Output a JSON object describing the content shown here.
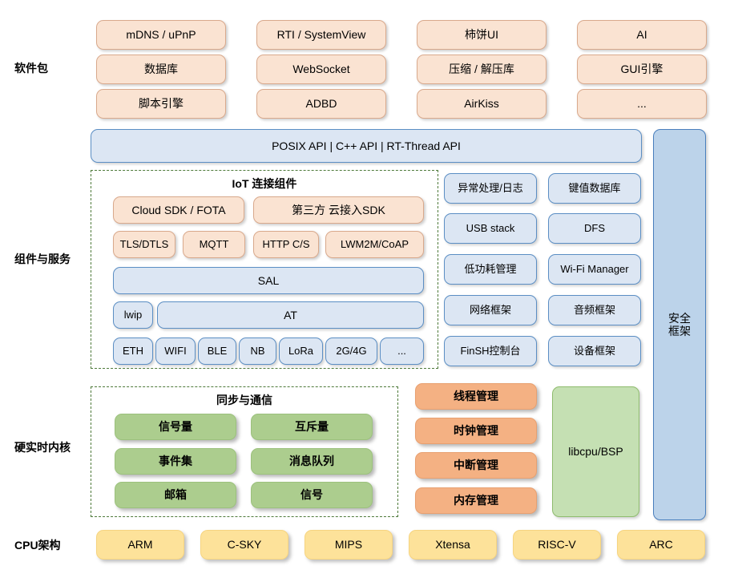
{
  "diagram": {
    "title": "RT-Thread Architecture",
    "colors": {
      "peach": "#fae3d2",
      "blue": "#dce6f3",
      "blue_strong": "#bcd3ea",
      "green": "#accd8e",
      "green_plain": "#c5e0b3",
      "orange": "#f4b183",
      "yellow": "#fde29a"
    }
  },
  "row_labels": {
    "software_packages": "软件包",
    "components_services": "组件与服务",
    "hard_realtime_kernel": "硬实时内核",
    "cpu_architecture": "CPU架构"
  },
  "software_packages": {
    "columns": [
      [
        "mDNS / uPnP",
        "数据库",
        "脚本引擎"
      ],
      [
        "RTI / SystemView",
        "WebSocket",
        "ADBD"
      ],
      [
        "柿饼UI",
        "压缩 / 解压库",
        "AirKiss"
      ],
      [
        "AI",
        "GUI引擎",
        "..."
      ]
    ]
  },
  "api_bar": {
    "label": "POSIX API  |  C++ API  |  RT-Thread API"
  },
  "security_framework": {
    "label": "安全\n框架"
  },
  "iot_group": {
    "title": "IoT 连接组件",
    "row_cloud": [
      "Cloud SDK / FOTA",
      "第三方 云接入SDK"
    ],
    "row_protocol": [
      "TLS/DTLS",
      "MQTT",
      "HTTP C/S",
      "LWM2M/CoAP"
    ],
    "sal": "SAL",
    "row_at": [
      "lwip",
      "AT"
    ],
    "row_link": [
      "ETH",
      "WIFI",
      "BLE",
      "NB",
      "LoRa",
      "2G/4G",
      "..."
    ]
  },
  "components_grid": {
    "left_column": [
      "异常处理/日志",
      "USB stack",
      "低功耗管理",
      "网络框架",
      "FinSH控制台"
    ],
    "right_column": [
      "键值数据库",
      "DFS",
      "Wi-Fi Manager",
      "音频框架",
      "设备框架"
    ]
  },
  "kernel": {
    "sync_group_title": "同步与通信",
    "sync_left": [
      "信号量",
      "事件集",
      "邮箱"
    ],
    "sync_right": [
      "互斥量",
      "消息队列",
      "信号"
    ],
    "management": [
      "线程管理",
      "时钟管理",
      "中断管理",
      "内存管理"
    ],
    "libcpu": "libcpu/BSP"
  },
  "cpu_architecture": {
    "items": [
      "ARM",
      "C-SKY",
      "MIPS",
      "Xtensa",
      "RISC-V",
      "ARC"
    ]
  }
}
